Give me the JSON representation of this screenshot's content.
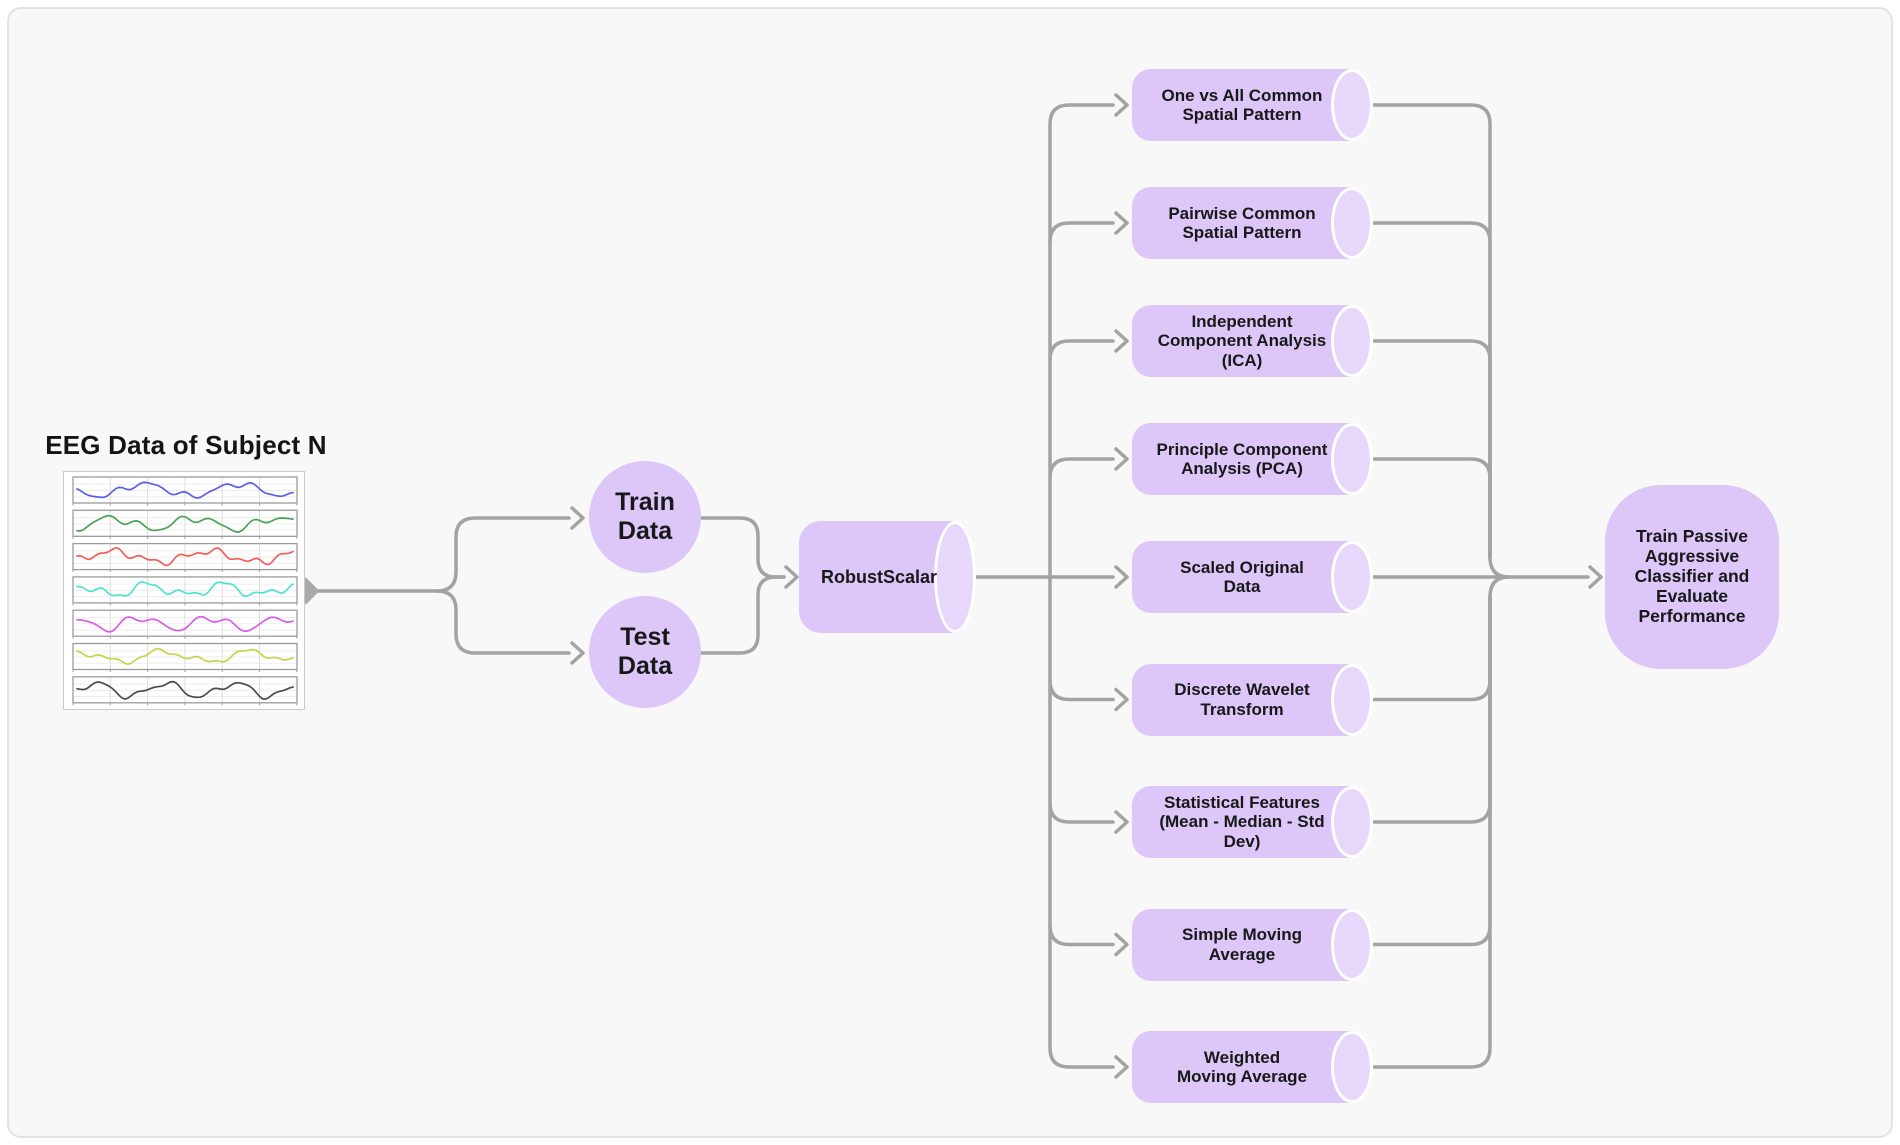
{
  "theme": {
    "background": "#f8f8f8",
    "card_border": "#e3e3e3",
    "node_fill": "#dcc7f8",
    "cylinder_cap_fill": "#e7d8fb",
    "connector_color": "#a3a3a3",
    "text_color": "#181818"
  },
  "source": {
    "title": "EEG Data of Subject N",
    "thumbnail_icon": "eeg-signal-traces",
    "trace_colors": [
      "#5b5fe8",
      "#4ba355",
      "#ef5f5a",
      "#4fe3d1",
      "#d85de4",
      "#c6d44d",
      "#4c4c4c"
    ]
  },
  "split": {
    "train": "Train\nData",
    "test": "Test\nData"
  },
  "scaler": {
    "label": "RobustScalar"
  },
  "features": {
    "items": [
      {
        "label": "One vs All Common\nSpatial Pattern"
      },
      {
        "label": "Pairwise Common\nSpatial Pattern"
      },
      {
        "label": "Independent\nComponent Analysis\n(ICA)"
      },
      {
        "label": "Principle Component\nAnalysis (PCA)"
      },
      {
        "label": "Scaled Original\nData"
      },
      {
        "label": "Discrete Wavelet\nTransform"
      },
      {
        "label": "Statistical Features\n(Mean - Median - Std\nDev)"
      },
      {
        "label": "Simple Moving\nAverage"
      },
      {
        "label": "Weighted\nMoving Average"
      }
    ]
  },
  "classifier": {
    "label": "Train Passive\nAggressive\nClassifier and\nEvaluate\nPerformance"
  }
}
